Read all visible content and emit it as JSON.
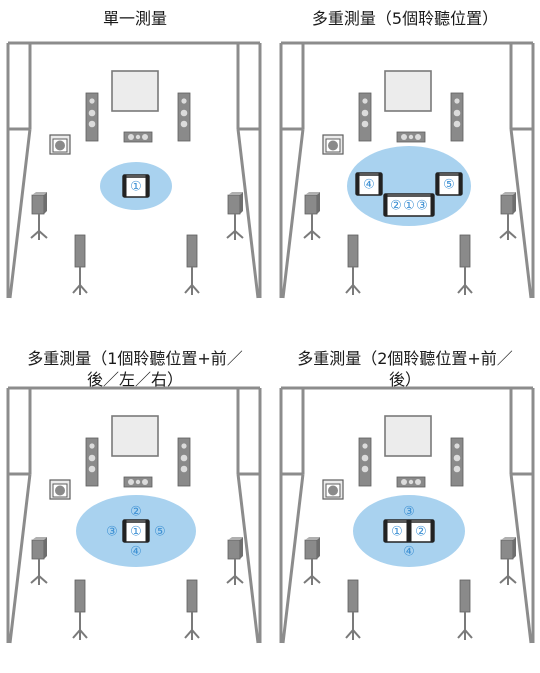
{
  "panels": [
    {
      "title": "單一測量",
      "positions": [
        "①"
      ]
    },
    {
      "title": "多重測量（5個聆聽位置）",
      "positions": [
        "④",
        "⑤",
        "②",
        "①",
        "③"
      ]
    },
    {
      "title": "多重測量（1個聆聽位置+前／\n後／左／右）",
      "positions": [
        "②",
        "③",
        "①",
        "⑤",
        "④"
      ]
    },
    {
      "title": "多重測量（2個聆聽位置+前／\n後）",
      "positions": [
        "③",
        "①",
        "②",
        "④"
      ]
    }
  ],
  "colors": {
    "room_line": "#8c8c8c",
    "zone_fill": "#a9d2ef",
    "seat_number": "#3b8fd3",
    "screen": "#ececec",
    "speaker": "#8a8a8a"
  }
}
